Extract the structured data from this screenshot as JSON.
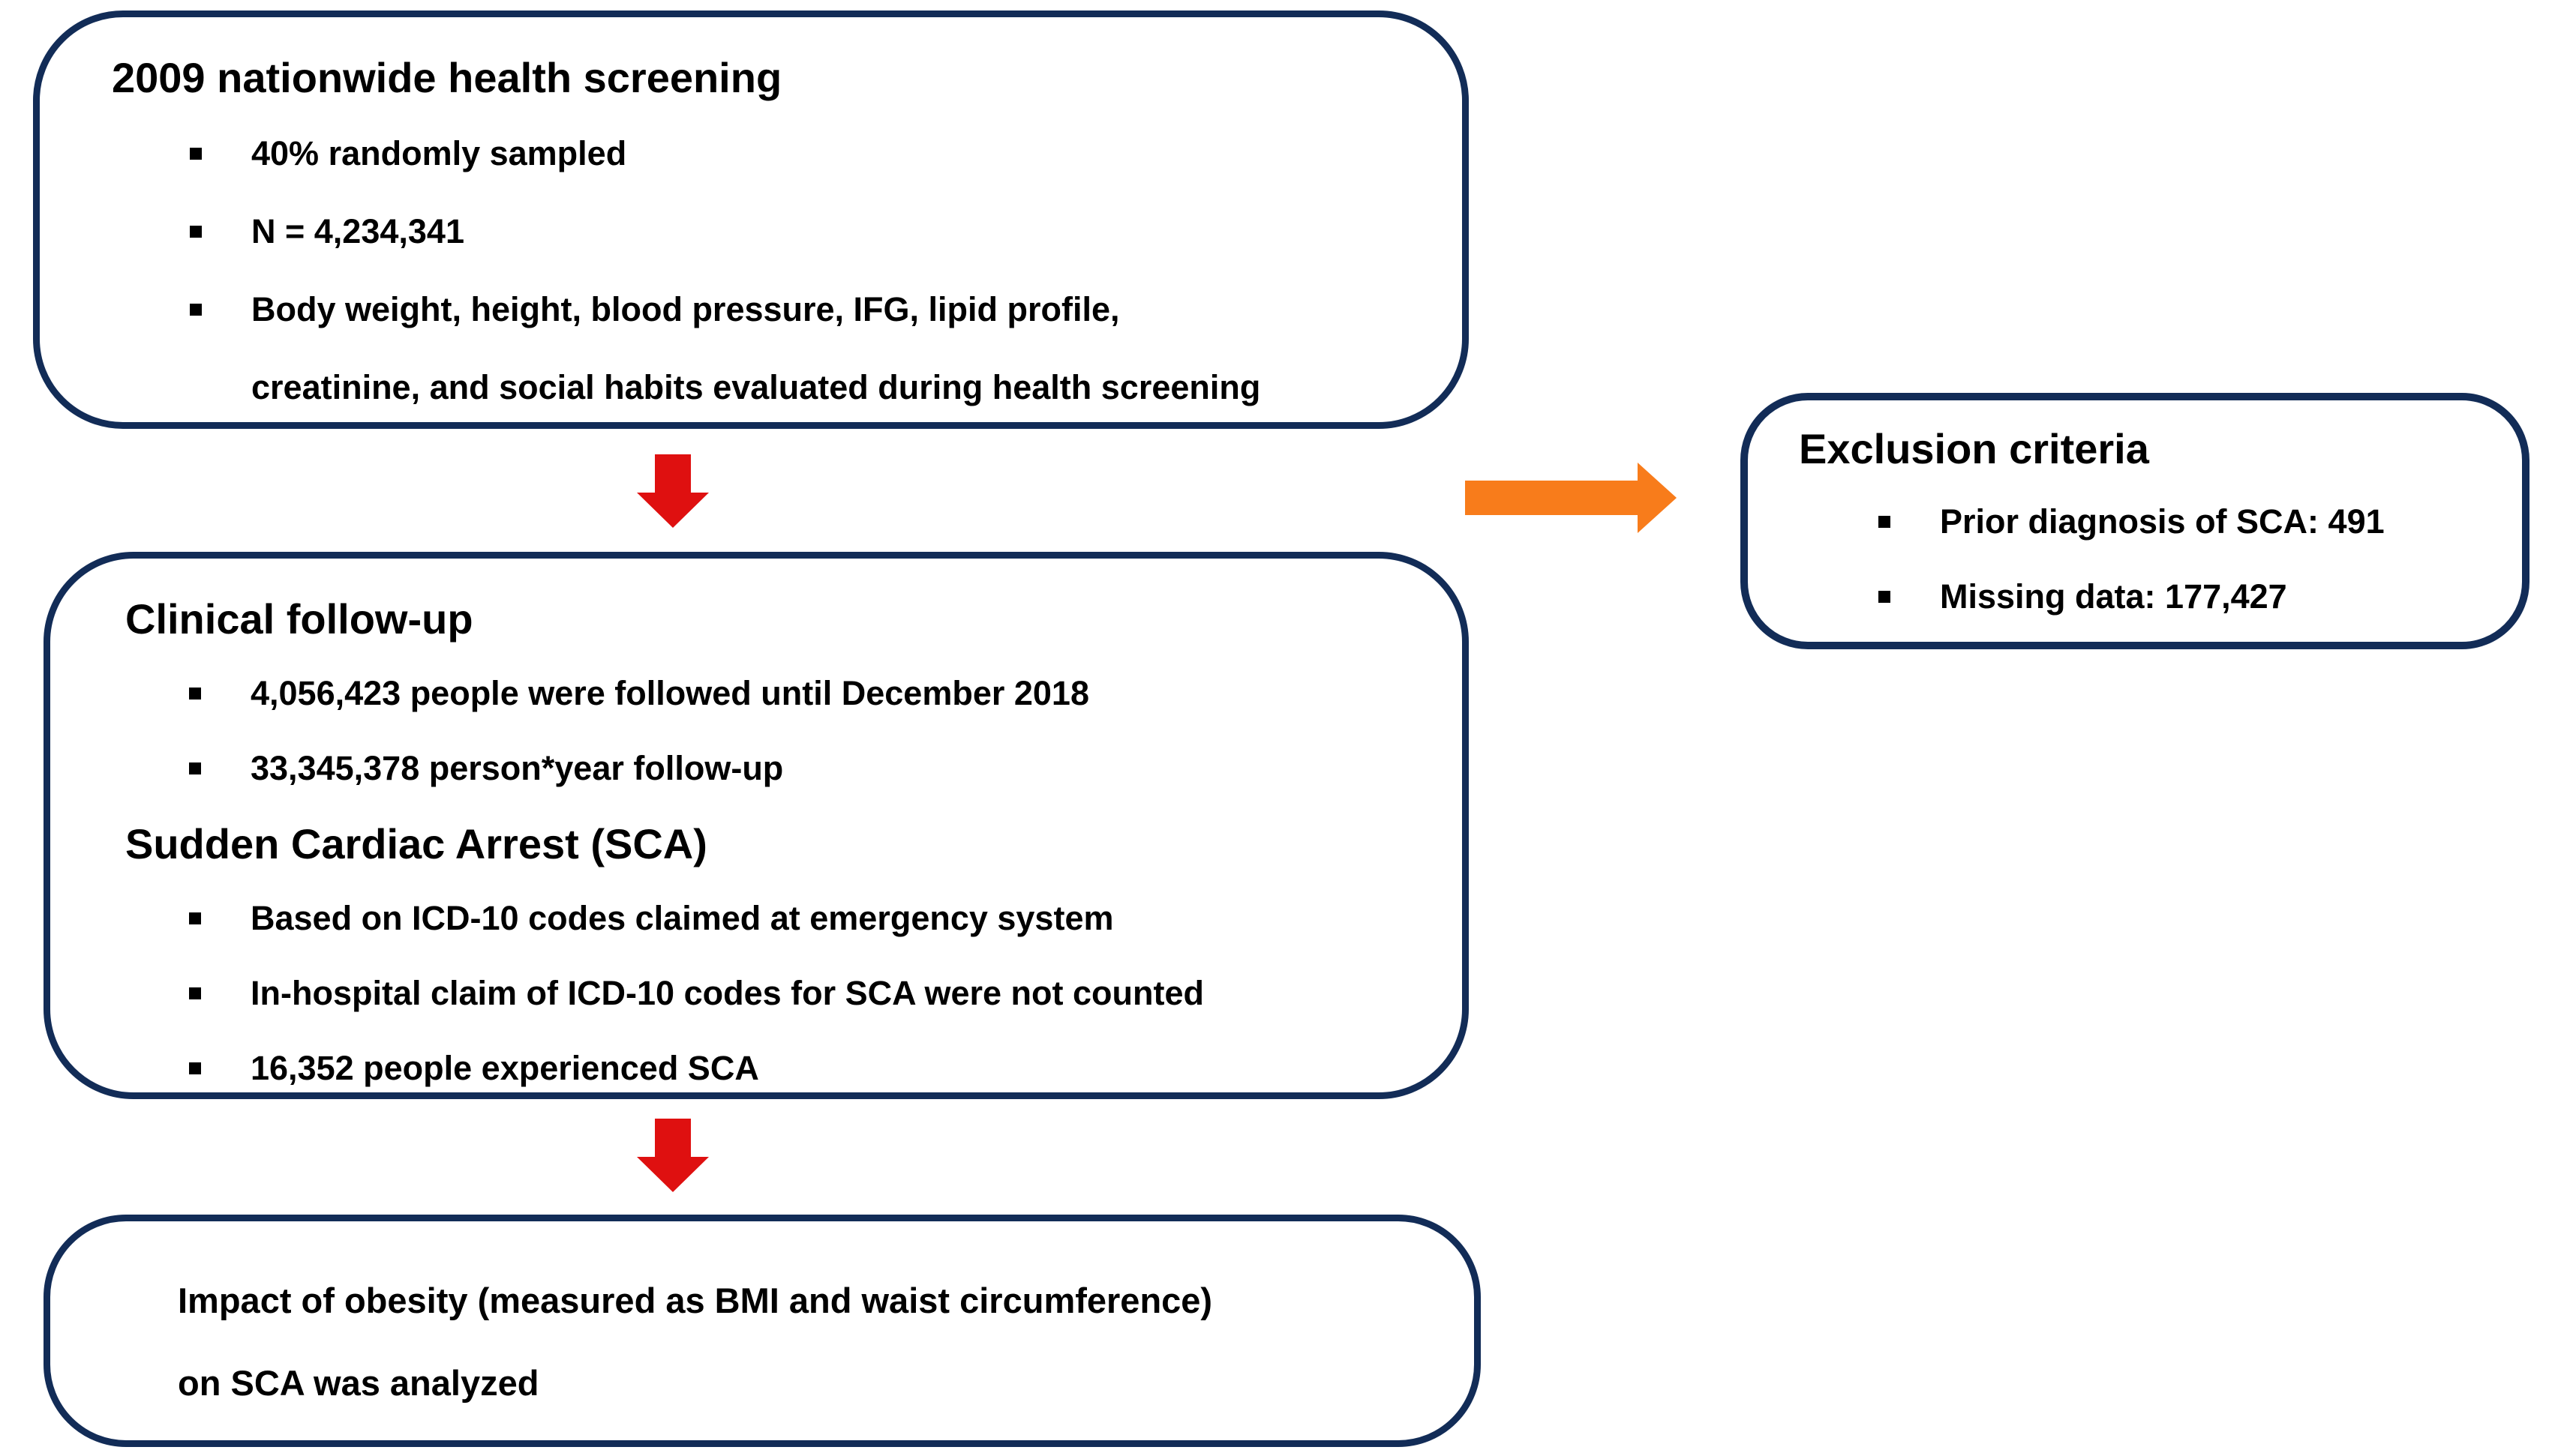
{
  "screening": {
    "title": "2009 nationwide health screening",
    "bullets": [
      "40% randomly sampled",
      "N = 4,234,341",
      "Body weight, height, blood pressure, IFG, lipid profile,"
    ],
    "bullet3_continuation": "creatinine, and social habits evaluated during health screening"
  },
  "followup": {
    "title": "Clinical follow-up",
    "bullets": [
      "4,056,423 people were followed until December 2018",
      "33,345,378 person*year follow-up"
    ],
    "subtitle": "Sudden Cardiac Arrest (SCA)",
    "sca_bullets": [
      "Based on ICD-10 codes claimed at emergency system",
      "In-hospital claim of ICD-10 codes for SCA were not counted",
      "16,352 people experienced SCA"
    ]
  },
  "impact": {
    "lines": [
      "Impact of obesity (measured as BMI and waist circumference)",
      "on SCA was analyzed"
    ]
  },
  "exclusion": {
    "title": "Exclusion criteria",
    "bullets": [
      "Prior diagnosis of SCA: 491",
      "Missing data: 177,427"
    ]
  },
  "colors": {
    "border_navy": "#122c57",
    "arrow_red": "#df1010",
    "arrow_orange": "#f87c1b",
    "text": "#000000",
    "background": "#ffffff"
  }
}
